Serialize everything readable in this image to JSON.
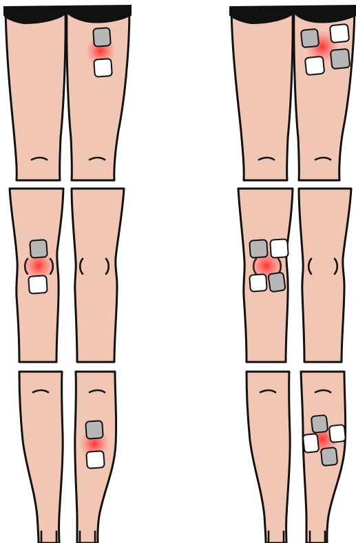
{
  "colors": {
    "background": "#ffffff",
    "skin": "#f2c6b4",
    "outline": "#111111",
    "shorts": "#111111",
    "pad_white": "#ffffff",
    "pad_grey": "#b7b7b7",
    "pain_center": "#ff2a2a"
  },
  "panels": [
    {
      "region": "thigh",
      "pads": [
        {
          "color": "grey"
        },
        {
          "color": "white"
        }
      ]
    },
    {
      "region": "thigh",
      "pads": [
        {
          "color": "grey"
        },
        {
          "color": "white"
        },
        {
          "color": "white"
        },
        {
          "color": "grey"
        }
      ]
    },
    {
      "region": "knee",
      "pads": [
        {
          "color": "grey"
        },
        {
          "color": "white"
        }
      ]
    },
    {
      "region": "knee",
      "pads": [
        {
          "color": "grey"
        },
        {
          "color": "white"
        },
        {
          "color": "white"
        },
        {
          "color": "grey"
        }
      ]
    },
    {
      "region": "calf",
      "pads": [
        {
          "color": "grey"
        },
        {
          "color": "white"
        }
      ]
    },
    {
      "region": "calf",
      "pads": [
        {
          "color": "grey"
        },
        {
          "color": "white"
        },
        {
          "color": "white"
        },
        {
          "color": "grey"
        }
      ]
    }
  ]
}
